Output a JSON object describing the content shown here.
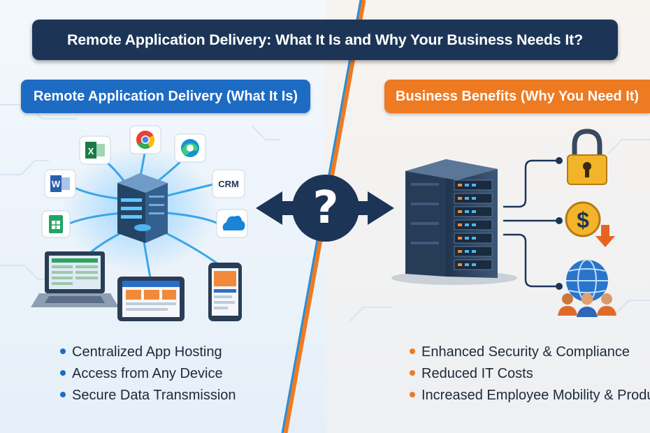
{
  "title": "Remote Application Delivery: What It Is and Why Your Business Needs It?",
  "left_section": {
    "heading": "Remote Application Delivery (What It Is)",
    "app_icons": [
      {
        "name": "excel-icon",
        "label": "X"
      },
      {
        "name": "chrome-icon",
        "label": ""
      },
      {
        "name": "edge-icon",
        "label": ""
      },
      {
        "name": "word-icon",
        "label": "W"
      },
      {
        "name": "crm-icon",
        "label": "CRM"
      },
      {
        "name": "sheets-icon",
        "label": ""
      },
      {
        "name": "cloud-icon",
        "label": ""
      }
    ],
    "points": [
      "Centralized App Hosting",
      "Access from Any Device",
      "Secure Data Transmission"
    ]
  },
  "center": {
    "symbol": "?"
  },
  "right_section": {
    "heading": "Business Benefits (Why You Need It)",
    "benefit_icons": [
      "lock-icon",
      "dollar-down-icon",
      "globe-people-icon"
    ],
    "dollar_symbol": "$",
    "points": [
      "Enhanced Security & Compliance",
      "Reduced IT Costs",
      "Increased Employee Mobility & Productivity"
    ]
  },
  "colors": {
    "navy": "#1c3557",
    "blue": "#1e6bc4",
    "orange": "#ee7a22"
  }
}
